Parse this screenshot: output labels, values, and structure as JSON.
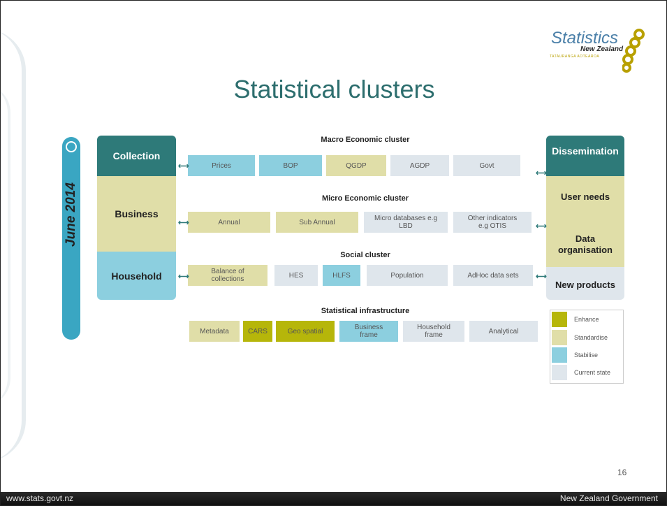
{
  "slide": {
    "title": "Statistical clusters",
    "page_number": "16",
    "date_label": "June 2014",
    "footer_left": "www.stats.govt.nz",
    "footer_right": "New Zealand Government"
  },
  "logo": {
    "line1": "Statistics",
    "line2": "New Zealand",
    "line3": "TATAURANGA AOTEAROA"
  },
  "left_column": {
    "collection": "Collection",
    "business": "Business",
    "household": "Household"
  },
  "right_column": {
    "dissemination": "Dissemination",
    "user_needs": "User needs",
    "data_org": "Data organisation",
    "new_products": "New products"
  },
  "sections": {
    "macro": {
      "title": "Macro Economic cluster",
      "items": [
        "Prices",
        "BOP",
        "QGDP",
        "AGDP",
        "Govt"
      ]
    },
    "micro": {
      "title": "Micro Economic cluster",
      "items": [
        "Annual",
        "Sub Annual",
        "Micro databases e.g LBD",
        "Other indicators e.g OTIS"
      ]
    },
    "social": {
      "title": "Social cluster",
      "items": [
        "Balance of collections",
        "HES",
        "HLFS",
        "Population",
        "AdHoc data sets"
      ]
    },
    "infra": {
      "title": "Statistical infrastructure",
      "items": [
        "Metadata",
        "CARS",
        "Geo spatial",
        "Business frame",
        "Household frame",
        "Analytical"
      ]
    }
  },
  "legend": {
    "enhance": "Enhance",
    "standardise": "Standardise",
    "stabilise": "Stabilise",
    "current": "Current state"
  },
  "colors": {
    "enhance": "#b6b60a",
    "standardise": "#e0dea8",
    "stabilise": "#8ccfdf",
    "current": "#dfe6ec",
    "teal_dark": "#2e7a79",
    "title_teal": "#2d6e6e",
    "june_blue": "#3aa6c2"
  }
}
